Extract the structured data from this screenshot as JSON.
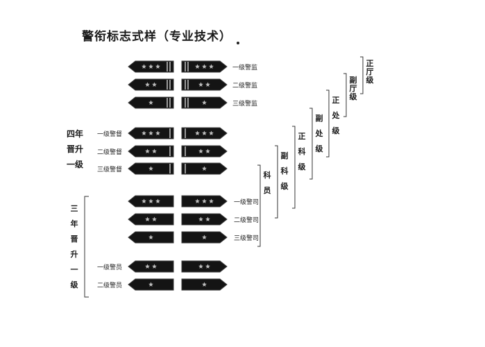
{
  "title": "警衔标志式样（专业技术）",
  "rows": [
    {
      "id": "jj1",
      "label": "一级警监",
      "stars": 3,
      "bar": "double"
    },
    {
      "id": "jj2",
      "label": "二级警监",
      "stars": 2,
      "bar": "double"
    },
    {
      "id": "jj3",
      "label": "三级警监",
      "stars": 1,
      "bar": "double"
    },
    {
      "id": "jd1",
      "label": "一级警督",
      "stars": 3,
      "bar": "single"
    },
    {
      "id": "jd2",
      "label": "二级警督",
      "stars": 2,
      "bar": "single"
    },
    {
      "id": "jd3",
      "label": "三级警督",
      "stars": 1,
      "bar": "single"
    },
    {
      "id": "js1",
      "label": "一级警司",
      "stars": 3,
      "bar": "none"
    },
    {
      "id": "js2",
      "label": "二级警司",
      "stars": 2,
      "bar": "none"
    },
    {
      "id": "js3",
      "label": "三级警司",
      "stars": 1,
      "bar": "none"
    },
    {
      "id": "jy1",
      "label": "一级警员",
      "stars": 2,
      "bar": "none"
    },
    {
      "id": "jy2",
      "label": "二级警员",
      "stars": 1,
      "bar": "none"
    }
  ],
  "promotion": {
    "four_year": "四年晋升一级",
    "three_year": "三年晋升一级"
  },
  "levels": [
    "科员",
    "副科级",
    "正科级",
    "副处级",
    "正处级",
    "副厅级",
    "正厅级"
  ],
  "colors": {
    "board": "#141414",
    "edge": "#3a3a3a",
    "star": "#bcbcbc",
    "line": "#333333"
  }
}
